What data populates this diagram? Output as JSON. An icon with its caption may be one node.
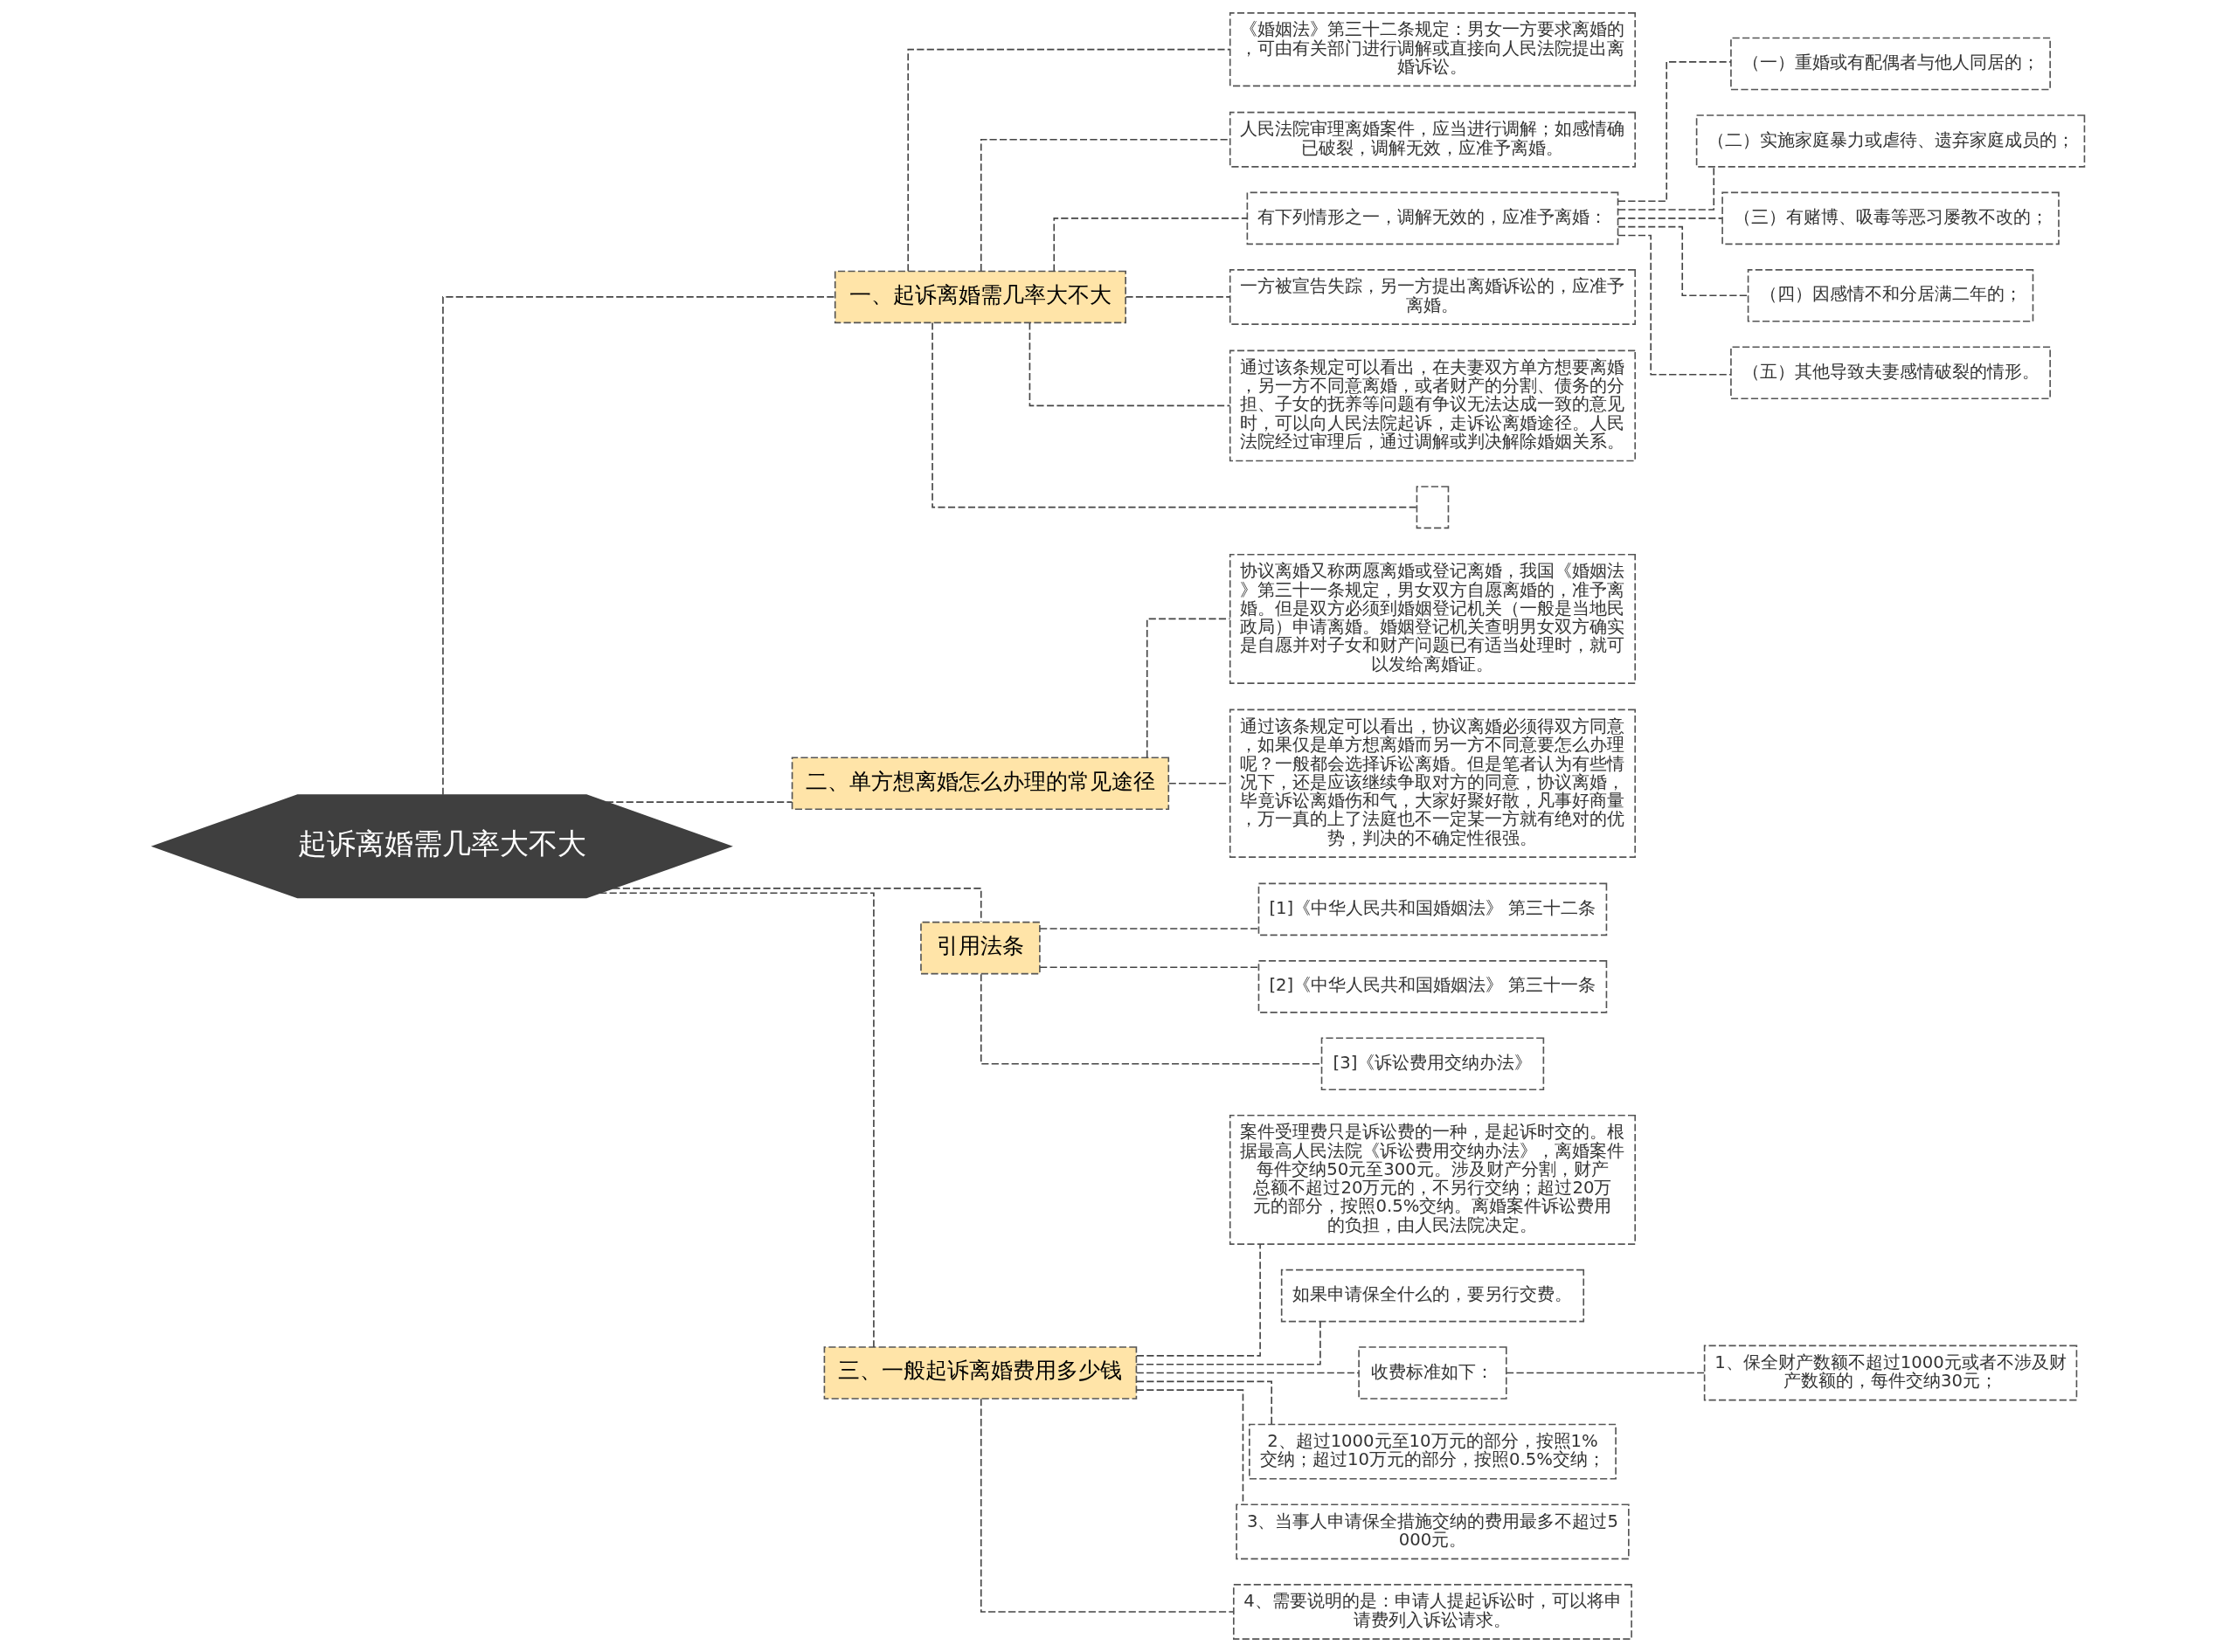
{
  "diagram": {
    "nodes": [
      {
        "text": [
          "起诉离婚需几率大不大"
        ]
      },
      {
        "text": [
          "一、起诉离婚需几率大不大"
        ]
      },
      {
        "text": [
          "《婚姻法》第三十二条规定：男女一方要求离婚的，可由有关部门进行调解或直接向人民法院提出离婚诉讼。"
        ]
      },
      {
        "text": [
          "人民法院审理离婚案件，应当进行调解；如感情确已破裂，调解无效，应准予离婚。"
        ]
      },
      {
        "text": [
          "有下列情形之一，调解无效的，应准予离婚："
        ]
      },
      {
        "text": [
          "（一）重婚或有配偶者与他人同居的；"
        ]
      },
      {
        "text": [
          "（二）实施家庭暴力或虐待、遗弃家庭成员的；"
        ]
      },
      {
        "text": [
          "（三）有赌博、吸毒等恶习屡教不改的；"
        ]
      },
      {
        "text": [
          "（四）因感情不和分居满二年的；"
        ]
      },
      {
        "text": [
          "（五）其他导致夫妻感情破裂的情形。"
        ]
      },
      {
        "text": [
          "一方被宣告失踪，另一方提出离婚诉讼的，应准予离婚。"
        ]
      },
      {
        "text": [
          "通过该条规定可以看出，在夫妻双方单方想要离婚，另一方不同意离婚，或者财产的分割、债务的分担、子女的抚养等问题有争议无法达成一致的意见时，可以向人民法院起诉，走诉讼离婚途径。人民法院经过审理后，通过调解或判决解除婚姻关系。"
        ]
      },
      {
        "text": [],
        "shape": "box"
      },
      {
        "text": [
          "二、单方想离婚怎么办理的常见途径"
        ]
      },
      {
        "text": [
          "协议离婚又称两愿离婚或登记离婚，我国《婚姻法》第三十一条规定，男女双方自愿离婚的，准予离婚。但是双方必须到婚姻登记机关（一般是当地民政局）申请离婚。婚姻登记机关查明男女双方确实是自愿并对子女和财产问题已有适当处理时，就可以发给离婚证。"
        ]
      },
      {
        "text": [
          "通过该条规定可以看出，协议离婚必须得双方同意，如果仅是单方想离婚而另一方不同意要怎么办理呢？一般都会选择诉讼离婚。但是笔者认为有些情况下，还是应该继续争取对方的同意，协议离婚，毕竟诉讼离婚伤和气，大家好聚好散，凡事好商量，万一真的上了法庭也不一定某一方就有绝对的优势，判决的不确定性很强。"
        ]
      },
      {
        "text": [
          "引用法条"
        ]
      },
      {
        "text": [
          "[1]《中华人民共和国婚姻法》 第三十二条"
        ]
      },
      {
        "text": [
          "[2]《中华人民共和国婚姻法》 第三十一条"
        ]
      },
      {
        "text": [
          "[3]《诉讼费用交纳办法》"
        ]
      },
      {
        "text": [
          "三、一般起诉离婚费用多少钱"
        ]
      },
      {
        "text": [
          "案件受理费只是诉讼费的一种，是起诉时交的。根据最高人民法院《诉讼费用交纳办法》，离婚案件每件交纳50元至300元。涉及财产分割，财产总额不超过20万元的，不另行交纳；超过20万元的部分，按照0.5%交纳。离婚案件诉讼费用的负担，由人民法院决定。"
        ]
      },
      {
        "text": [
          "如果申请保全什么的，要另行交费。"
        ]
      },
      {
        "text": [
          "收费标准如下："
        ]
      },
      {
        "text": [
          "1、保全财产数额不超过1000元或者不涉及财产数额的，每件交纳30元；"
        ]
      },
      {
        "text": [
          "2、超过1000元至10万元的部分，按照1%交纳；超过10万元的部分，按照0.5%交纳；"
        ]
      },
      {
        "text": [
          "3、当事人申请保全措施交纳的费用最多不超过5000元。"
        ]
      },
      {
        "text": [
          "4、需要说明的是：申请人提起诉讼时，可以将申请费列入诉讼请求。"
        ]
      }
    ],
    "edges": [
      {
        "from": 0,
        "to": 1,
        "arrow": "none",
        "style": "dashed"
      },
      {
        "from": 1,
        "to": 2,
        "arrow": "none",
        "style": "dashed"
      },
      {
        "from": 1,
        "to": 3,
        "arrow": "none",
        "style": "dashed"
      },
      {
        "from": 1,
        "to": 4,
        "arrow": "none",
        "style": "dashed"
      },
      {
        "from": 4,
        "to": 5,
        "arrow": "none",
        "style": "dashed"
      },
      {
        "from": 4,
        "to": 6,
        "arrow": "none",
        "style": "dashed"
      },
      {
        "from": 4,
        "to": 7,
        "arrow": "none",
        "style": "dashed"
      },
      {
        "from": 4,
        "to": 8,
        "arrow": "none",
        "style": "dashed"
      },
      {
        "from": 4,
        "to": 9,
        "arrow": "none",
        "style": "dashed"
      },
      {
        "from": 1,
        "to": 10,
        "arrow": "none",
        "style": "dashed"
      },
      {
        "from": 1,
        "to": 11,
        "arrow": "none",
        "style": "dashed"
      },
      {
        "from": 1,
        "to": 12,
        "arrow": "none",
        "style": "dashed"
      },
      {
        "from": 0,
        "to": 13,
        "arrow": "none",
        "style": "dashed"
      },
      {
        "from": 13,
        "to": 14,
        "arrow": "none",
        "style": "dashed"
      },
      {
        "from": 13,
        "to": 15,
        "arrow": "none",
        "style": "dashed"
      },
      {
        "from": 0,
        "to": 16,
        "arrow": "none",
        "style": "dashed"
      },
      {
        "from": 16,
        "to": 17,
        "arrow": "none",
        "style": "dashed"
      },
      {
        "from": 16,
        "to": 18,
        "arrow": "none",
        "style": "dashed"
      },
      {
        "from": 16,
        "to": 19,
        "arrow": "none",
        "style": "dashed"
      },
      {
        "from": 0,
        "to": 20,
        "arrow": "none",
        "style": "dashed"
      },
      {
        "from": 20,
        "to": 21,
        "arrow": "none",
        "style": "dashed"
      },
      {
        "from": 20,
        "to": 22,
        "arrow": "none",
        "style": "dashed"
      },
      {
        "from": 20,
        "to": 23,
        "arrow": "none",
        "style": "dashed"
      },
      {
        "from": 23,
        "to": 24,
        "arrow": "none",
        "style": "dashed"
      },
      {
        "from": 20,
        "to": 25,
        "arrow": "none",
        "style": "dashed"
      },
      {
        "from": 20,
        "to": 26,
        "arrow": "none",
        "style": "dashed"
      },
      {
        "from": 20,
        "to": 27,
        "arrow": "none",
        "style": "dashed"
      }
    ]
  }
}
